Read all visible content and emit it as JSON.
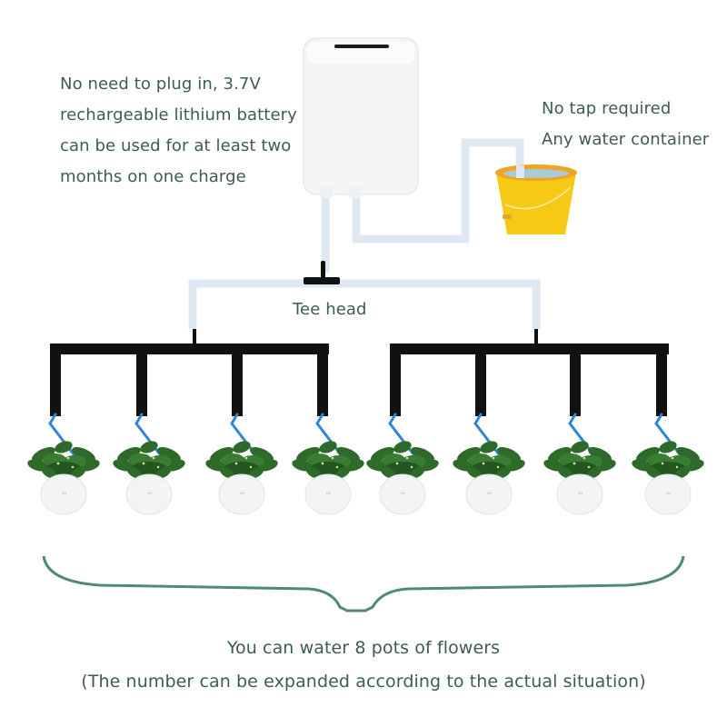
{
  "diagram": {
    "title_notes": {
      "battery_note": [
        "No need to plug in, 3.7V",
        "rechargeable lithium battery",
        "can be used for at least two",
        "months on one charge"
      ],
      "water_source_note": [
        "No tap required",
        "Any water container"
      ],
      "tee_label": "Tee head"
    },
    "components": {
      "pump": "white-pump-unit",
      "water_container": "yellow-bucket",
      "splitter": "tee-head",
      "manifolds": 2,
      "drippers_per_manifold": 4,
      "pots": 8
    },
    "summary": {
      "line1": "You can water 8 pots of flowers",
      "line2": "(The number can be expanded according to the actual situation)"
    },
    "colors": {
      "text": "#3d5c52",
      "tube_light": "#dde8f2",
      "tube_dark": "#111111",
      "dripper": "#2f86d6",
      "bucket": "#f6c915",
      "bracket": "#4f8a74",
      "leaf": "#2e6a2a"
    },
    "pot_positions": [
      70,
      164,
      266,
      361,
      443,
      538,
      638,
      735
    ]
  }
}
